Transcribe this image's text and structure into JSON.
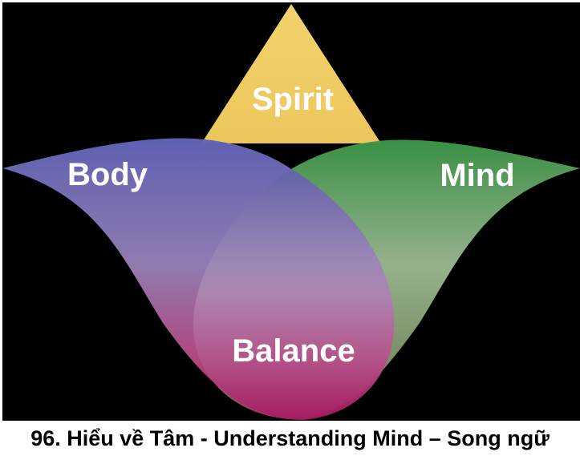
{
  "diagram": {
    "labels": {
      "spirit": "Spirit",
      "body": "Body",
      "mind": "Mind",
      "balance": "Balance"
    },
    "colors": {
      "background": "#000000",
      "spirit": "#f0cf68",
      "body": "#6264b6",
      "mind": "#3f9a4c",
      "balance": "#b3216c"
    }
  },
  "caption": "96. Hiểu về Tâm - Understanding Mind – Song ngữ"
}
